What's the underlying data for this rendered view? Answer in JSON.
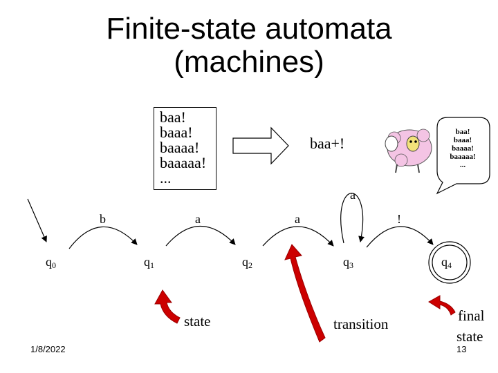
{
  "title": {
    "line1": "Finite-state automata",
    "line2": "(machines)"
  },
  "example_strings": [
    "baa!",
    "baaa!",
    "baaaa!",
    "baaaaa!",
    "..."
  ],
  "regex_label": "baa+!",
  "speech_bubble": [
    "baa!",
    "baaa!",
    "baaaa!",
    "baaaaa!",
    "..."
  ],
  "states": [
    {
      "label": "q",
      "sub": "0"
    },
    {
      "label": "q",
      "sub": "1"
    },
    {
      "label": "q",
      "sub": "2"
    },
    {
      "label": "q",
      "sub": "3"
    },
    {
      "label": "q",
      "sub": "4"
    }
  ],
  "transitions": {
    "b": "b",
    "a1": "a",
    "a2": "a",
    "loop": "a",
    "bang": "!"
  },
  "callouts": {
    "state": "state",
    "transition": "transition",
    "final1": "final",
    "final2": "state"
  },
  "footer": {
    "date": "1/8/2022",
    "page": "13"
  },
  "colors": {
    "callout_arrow": "#cc0000",
    "sheep_pink": "#f4c4e4"
  }
}
